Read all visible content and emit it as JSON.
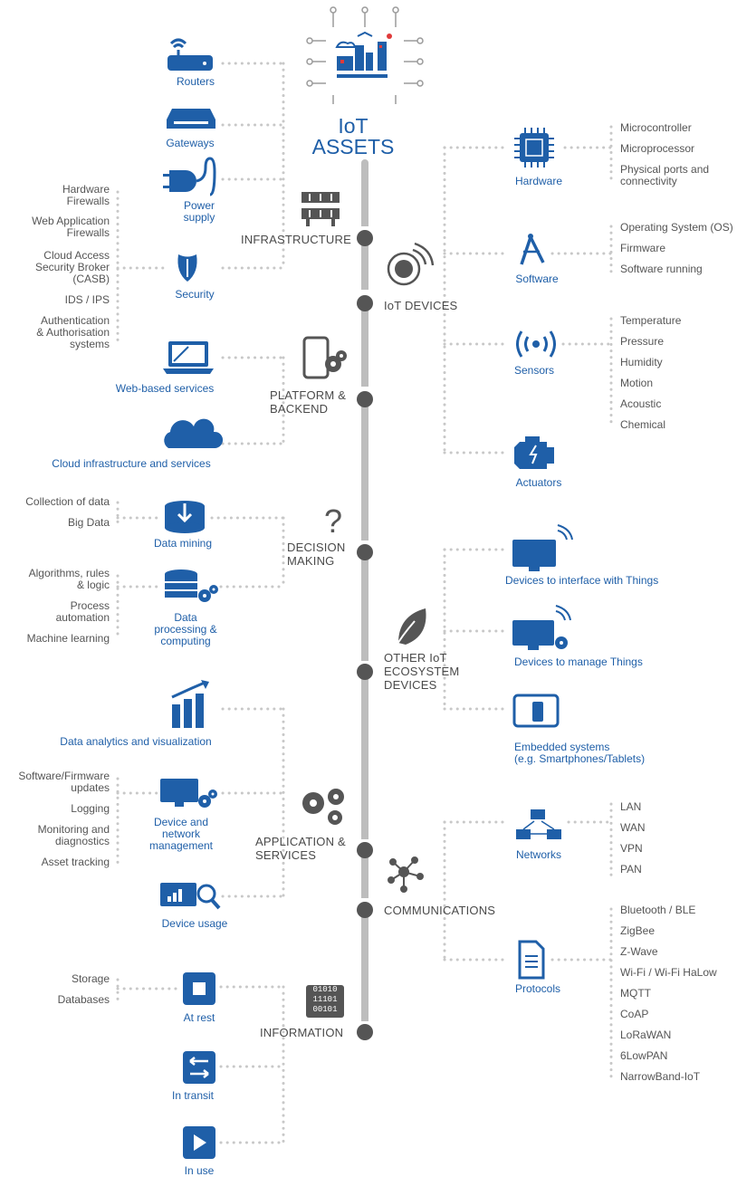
{
  "title": {
    "line1": "IoT",
    "line2": "ASSETS"
  },
  "categories": {
    "infrastructure": "INFRASTRUCTURE",
    "iot_devices": "IoT DEVICES",
    "platform": "PLATFORM &\nBACKEND",
    "decision": "DECISION\nMAKING",
    "other_iot": "OTHER IoT\nECOSYSTEM\nDEVICES",
    "application": "APPLICATION &\nSERVICES",
    "communications": "COMMUNICATIONS",
    "information": "INFORMATION"
  },
  "left_nodes": {
    "routers": "Routers",
    "gateways": "Gateways",
    "power_supply": "Power\nsupply",
    "security": "Security",
    "web_services": "Web-based services",
    "cloud": "Cloud infrastructure and services",
    "data_mining": "Data mining",
    "data_processing": "Data\nprocessing &\ncomputing",
    "analytics": "Data analytics and visualization",
    "device_mgmt": "Device and\nnetwork\nmanagement",
    "device_usage": "Device usage",
    "at_rest": "At rest",
    "in_transit": "In transit",
    "in_use": "In use"
  },
  "right_nodes": {
    "hardware": "Hardware",
    "software": "Software",
    "sensors": "Sensors",
    "actuators": "Actuators",
    "interface_things": "Devices to interface with Things",
    "manage_things": "Devices to manage Things",
    "embedded": "Embedded systems\n(e.g. Smartphones/Tablets)",
    "networks": "Networks",
    "protocols": "Protocols"
  },
  "leaves": {
    "security": [
      "Hardware\nFirewalls",
      "Web Application\nFirewalls",
      "Cloud Access\nSecurity Broker\n(CASB)",
      "IDS / IPS",
      "Authentication\n& Authorisation\nsystems"
    ],
    "data_mining": [
      "Collection of data",
      "Big Data"
    ],
    "data_processing": [
      "Algorithms, rules\n& logic",
      "Process\nautomation",
      "Machine learning"
    ],
    "device_mgmt": [
      "Software/Firmware\nupdates",
      "Logging",
      "Monitoring and\ndiagnostics",
      "Asset tracking"
    ],
    "at_rest": [
      "Storage",
      "Databases"
    ],
    "hardware": [
      "Microcontroller",
      "Microprocessor",
      "Physical ports and\nconnectivity"
    ],
    "software": [
      "Operating System (OS)",
      "Firmware",
      "Software running"
    ],
    "sensors": [
      "Temperature",
      "Pressure",
      "Humidity",
      "Motion",
      "Acoustic",
      "Chemical"
    ],
    "networks": [
      "LAN",
      "WAN",
      "VPN",
      "PAN"
    ],
    "protocols": [
      "Bluetooth / BLE",
      "ZigBee",
      "Z-Wave",
      "Wi-Fi / Wi-Fi HaLow",
      "MQTT",
      "CoAP",
      "LoRaWAN",
      "6LowPAN",
      "NarrowBand-IoT"
    ]
  },
  "info_icon_text": "01010\n11101\n00101",
  "colors": {
    "brand": "#1f5fa8",
    "spine": "#bdbdbd",
    "dots": "#c8c8c8",
    "category": "#4a4a4a",
    "red": "#e03a3a"
  }
}
